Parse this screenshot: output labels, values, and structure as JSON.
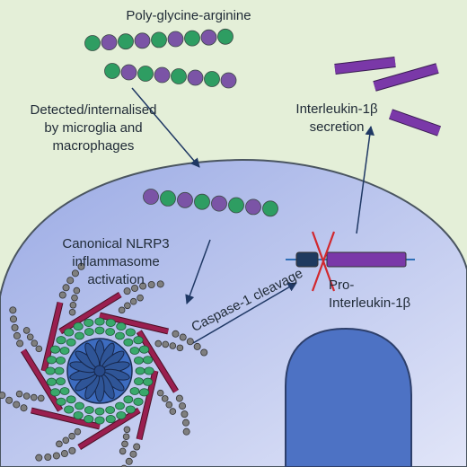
{
  "labels": {
    "title": "Poly-glycine-arginine",
    "detection": [
      "Detected/internalised",
      "by microglia and",
      "macrophages"
    ],
    "activation": [
      "Canonical NLRP3",
      "inflammasome",
      "activation"
    ],
    "cleavage": "Caspase-1 cleavage",
    "pro_il1b": [
      "Pro-",
      "Interleukin-1β"
    ],
    "il1b_secretion": [
      "Interleukin-1β",
      "secretion"
    ]
  },
  "colors": {
    "extracellular": "#e4efd8",
    "cell_light": "#d7ddf6",
    "cell_dark": "#9fb0e6",
    "cell_outline": "#4a5560",
    "nucleus": "#4d72c4",
    "glycine": "#2e9d62",
    "arginine": "#7b54a6",
    "il1b": "#7a38a8",
    "prodomain": "#1f3a5f",
    "cleavage_mark": "#d1282e",
    "asc": "#9a1f4f",
    "asc_bead": "#7f7f7f",
    "nlrp3_core": "#2f5597",
    "nlrp3_ring": "#39a86b",
    "arrow": "#1f3864"
  },
  "icons": {
    "peptide": "bead-chain-icon",
    "inflammasome": "inflammasome-icon",
    "cytokine": "cytokine-bar-icon",
    "precursor": "pro-il1b-icon",
    "cleavage": "cleavage-x-icon",
    "nucleus": "nucleus-icon"
  }
}
